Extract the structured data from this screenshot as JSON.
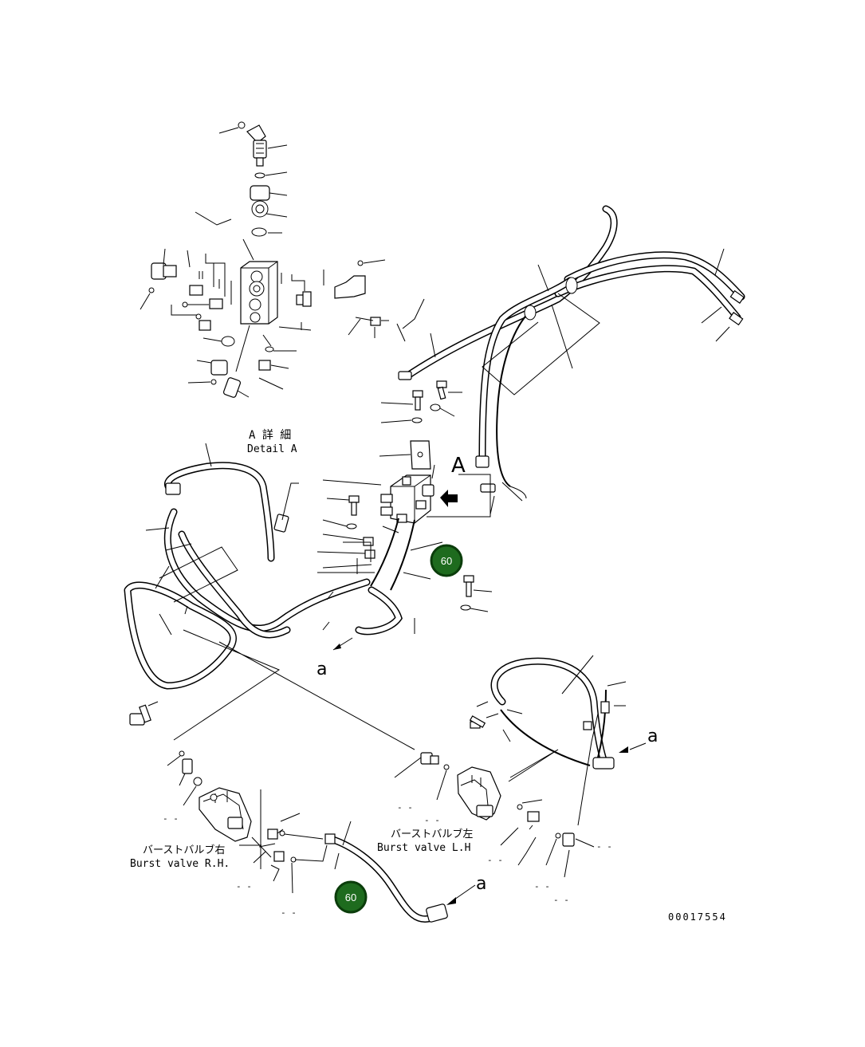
{
  "detail": {
    "title_jp": "A 詳 細",
    "title_en": "Detail A",
    "callout_big": "A"
  },
  "burst_valve_rh": {
    "label_jp": "バーストバルブ右",
    "label_en": "Burst valve R.H."
  },
  "burst_valve_lh": {
    "label_jp": "バーストバルブ左",
    "label_en": "Burst valve L.H"
  },
  "connectors": {
    "a1": "a",
    "a2": "a",
    "a3": "a"
  },
  "badges": {
    "b1": "60",
    "b2": "60"
  },
  "dashes": {
    "d1": "- -",
    "d2": "- -",
    "d3": "- -",
    "d4": "- -",
    "d5": "- -",
    "d6": "- -",
    "d7": "- -",
    "d8": "- -",
    "d9": "- -"
  },
  "drawing_number": "00017554",
  "colors": {
    "badge_fill": "#1e6b1e",
    "badge_ring": "#0b3d0b",
    "line": "#000000"
  }
}
